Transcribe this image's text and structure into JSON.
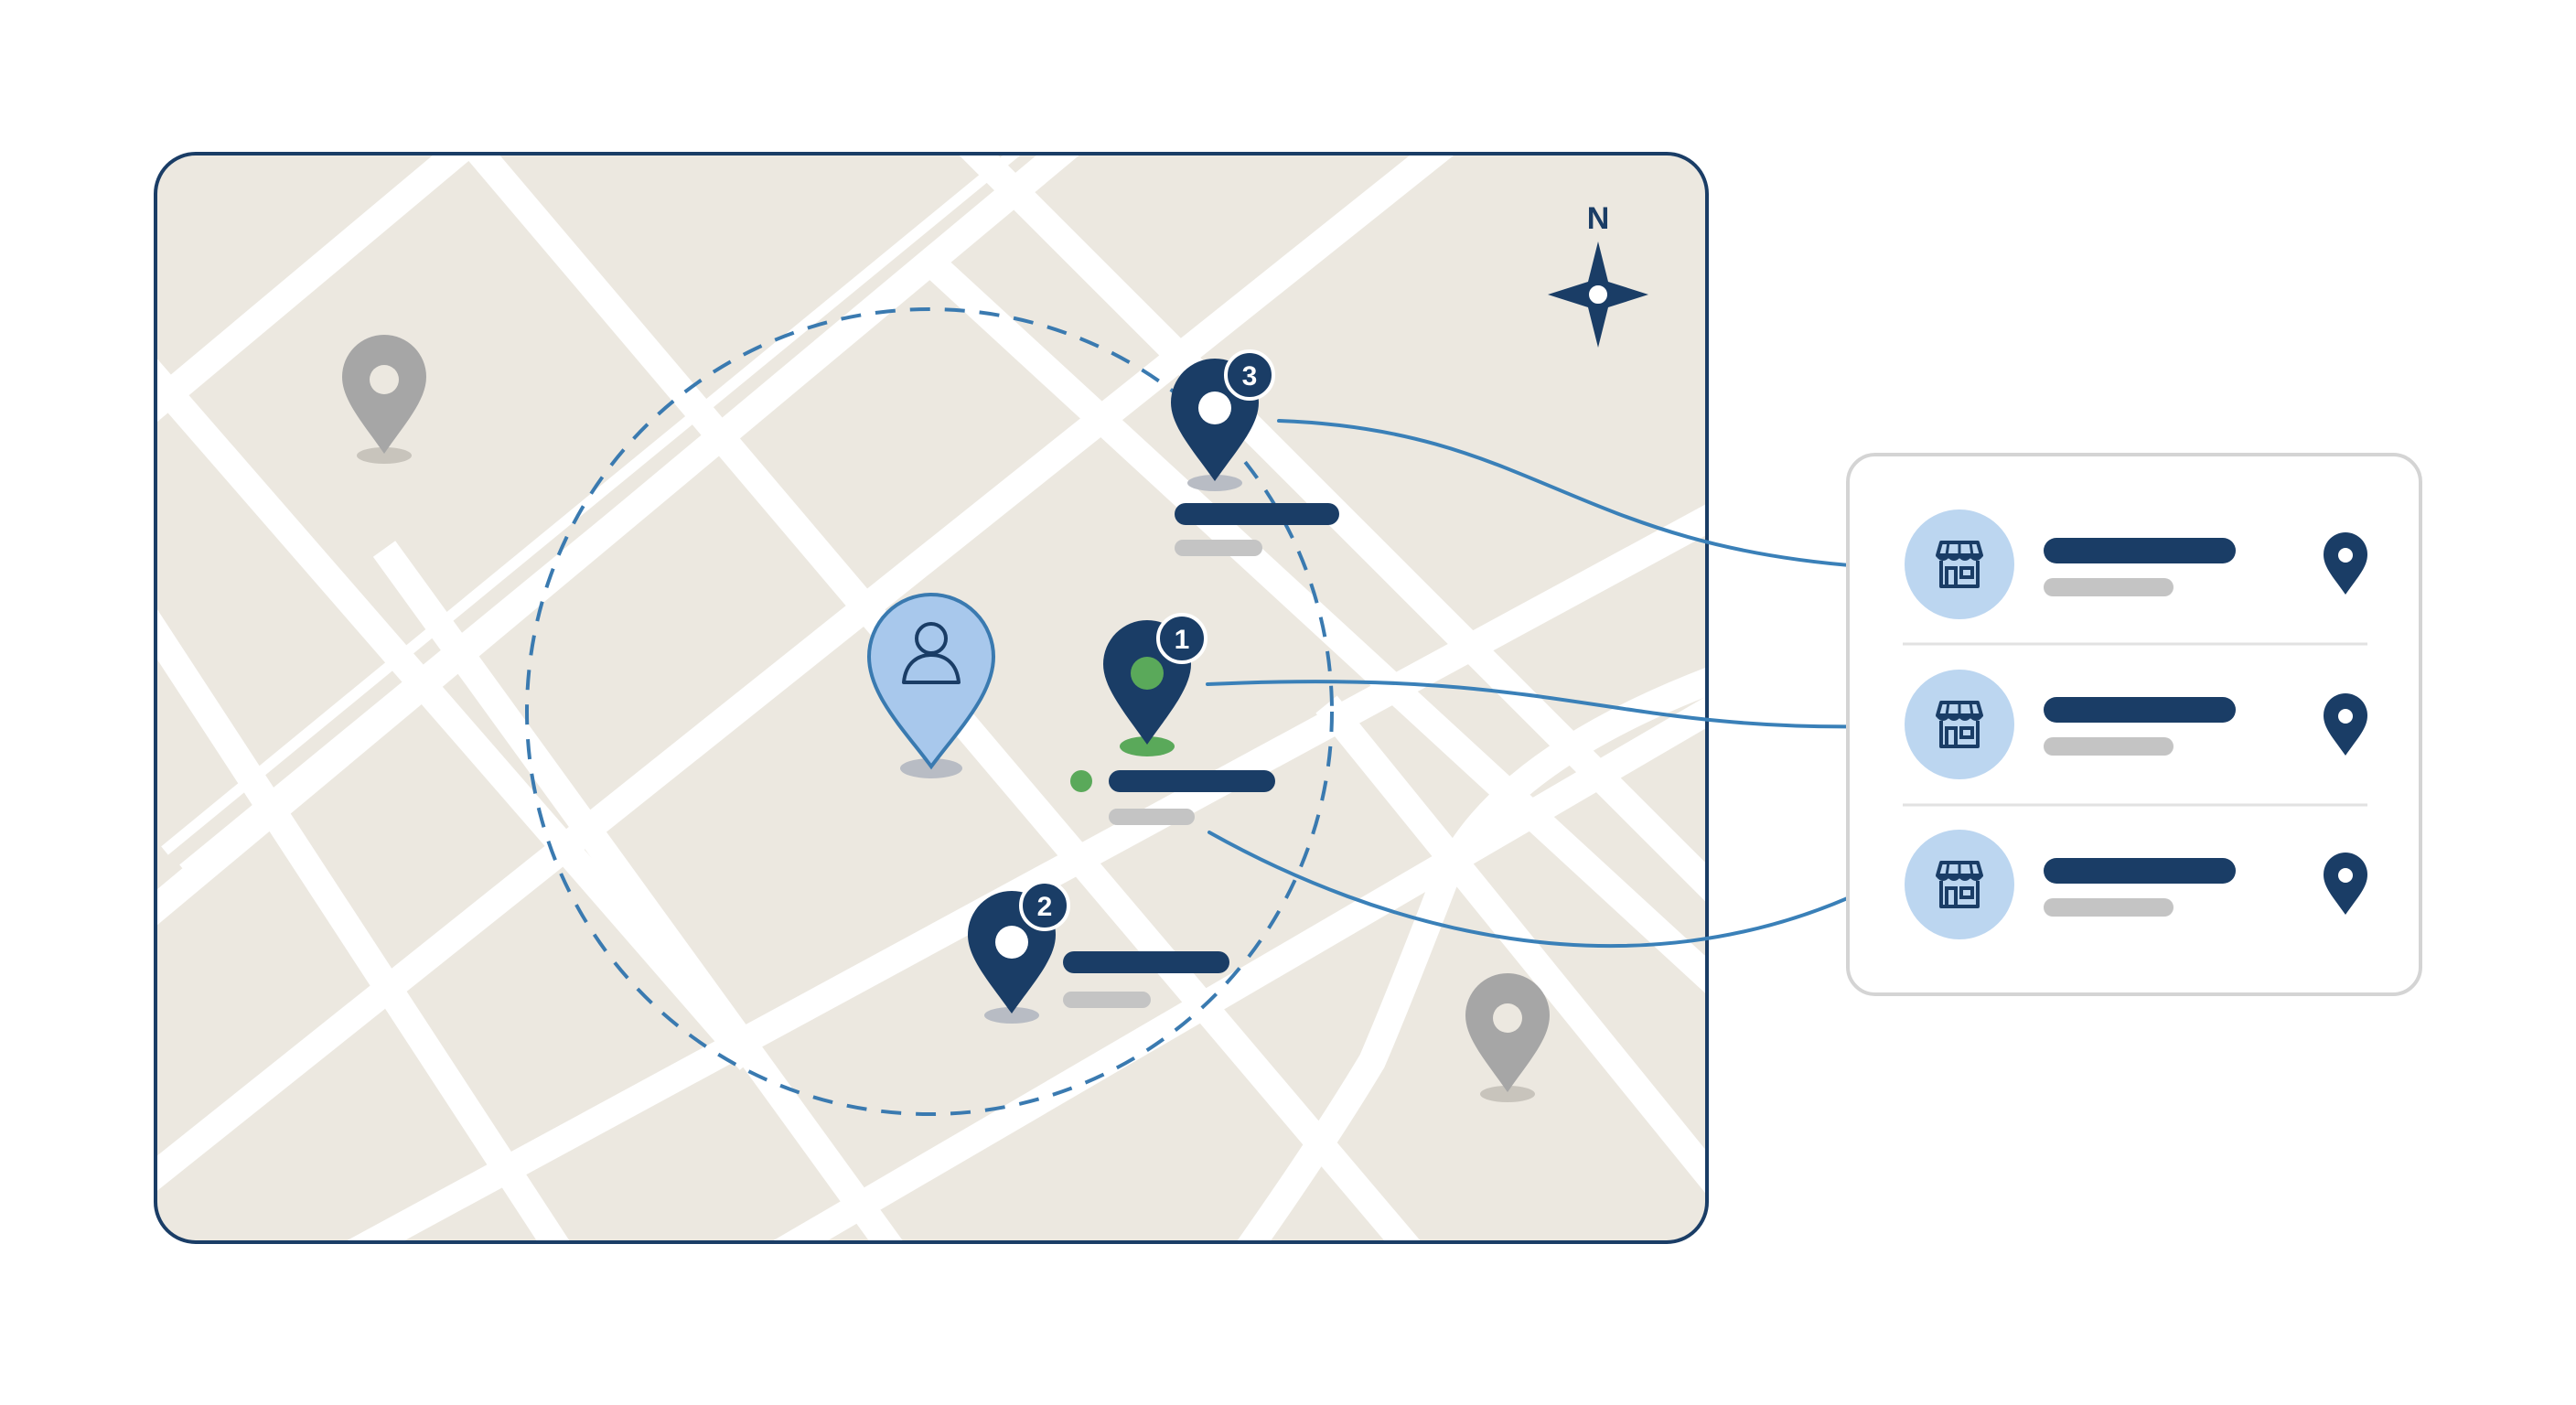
{
  "compass": {
    "north_label": "N"
  },
  "colors": {
    "map_bg": "#ece8e0",
    "road": "#ffffff",
    "frame": "#1a3d66",
    "pin_dark": "#1a3d66",
    "pin_user": "#a8c8ec",
    "pin_inactive": "#a6a6a6",
    "accent_green": "#5aa95a",
    "radius_line": "#3a7ab0",
    "connector": "#3a80b8",
    "list_border": "#d4d4d4",
    "store_icon_bg": "#bcd6f0",
    "placeholder_dark": "#1a3d66",
    "placeholder_light": "#c4c4c4"
  },
  "map": {
    "user_pin": {
      "icon": "user-icon"
    },
    "search_radius": {
      "style": "dashed"
    },
    "result_pins": [
      {
        "rank": "3",
        "icon": "map-pin-icon",
        "selected": false
      },
      {
        "rank": "1",
        "icon": "map-pin-icon",
        "selected": true
      },
      {
        "rank": "2",
        "icon": "map-pin-icon",
        "selected": false
      }
    ],
    "inactive_pins": [
      {
        "icon": "map-pin-icon"
      },
      {
        "icon": "map-pin-icon"
      }
    ]
  },
  "results_list": {
    "items": [
      {
        "icon": "store-icon",
        "trailing_icon": "map-pin-icon"
      },
      {
        "icon": "store-icon",
        "trailing_icon": "map-pin-icon"
      },
      {
        "icon": "store-icon",
        "trailing_icon": "map-pin-icon"
      }
    ]
  }
}
